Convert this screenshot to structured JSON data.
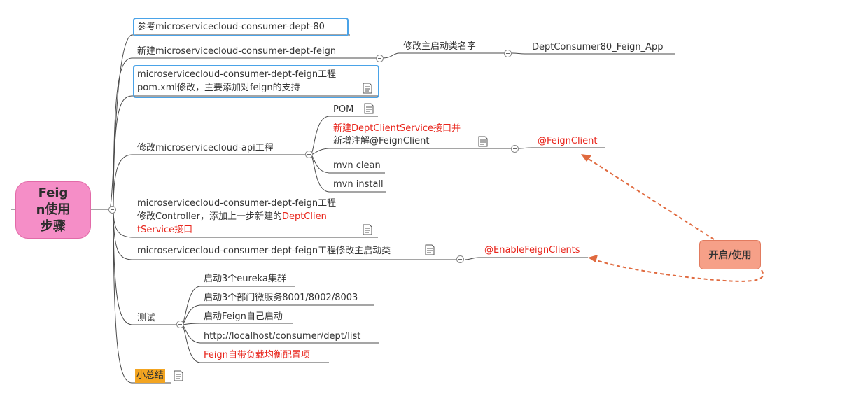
{
  "root": {
    "label": "Feig\nn使用\n步骤"
  },
  "branches": {
    "b1": "参考microservicecloud-consumer-dept-80",
    "b2": "新建microservicecloud-consumer-dept-feign",
    "b2_child": "修改主启动类名字",
    "b2_grandchild": "DeptConsumer80_Feign_App",
    "b3_line1": "microservicecloud-consumer-dept-feign工程",
    "b3_line2": "pom.xml修改，主要添加对feign的支持",
    "b4": "修改microservicecloud-api工程",
    "b4_children": {
      "pom": "POM",
      "new_prefix": "新建",
      "new_red": "DeptClientService接口",
      "new_suffix": "并",
      "new_line2": "新增注解@FeignClient",
      "new_child": "@FeignClient",
      "clean": "mvn clean",
      "install": "mvn install"
    },
    "b5_line1": "microservicecloud-consumer-dept-feign工程",
    "b5_line2": "修改Controller，添加上一步新建的",
    "b5_red1": "DeptClien",
    "b5_red2": "tService接口",
    "b6": "microservicecloud-consumer-dept-feign工程修改主启动类",
    "b6_child": "@EnableFeignClients",
    "b7": "测试",
    "b7_children": {
      "c1": "启动3个eureka集群",
      "c2": "启动3个部门微服务8001/8002/8003",
      "c3": "启动Feign自己启动",
      "c4": "http://localhost/consumer/dept/list",
      "c5": "Feign自带负载均衡配置项"
    },
    "b8": "小总结"
  },
  "callout": {
    "label": "开启/使用"
  },
  "colors": {
    "root": "#f58ec7",
    "callout": "#f6a088",
    "highlight": "#4aa3e8",
    "red_text": "#e8241b",
    "summary_bg": "#f3a521",
    "arrow": "#e06a3f"
  },
  "icons": {
    "note": "note-icon",
    "toggle": "collapse-icon"
  }
}
